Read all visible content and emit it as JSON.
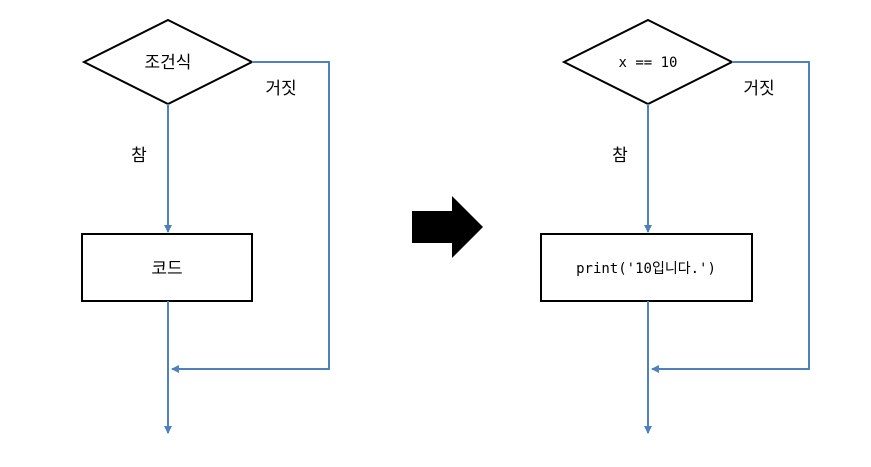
{
  "left_flowchart": {
    "decision": "조건식",
    "true_label": "참",
    "false_label": "거짓",
    "process": "코드"
  },
  "right_flowchart": {
    "decision": "x == 10",
    "true_label": "참",
    "false_label": "거짓",
    "process": "print('10입니다.')"
  },
  "transform_arrow": "right-arrow-icon",
  "colors": {
    "flow_line": "#4f81bd",
    "shape_stroke": "#000000",
    "arrow_fill": "#000000"
  }
}
